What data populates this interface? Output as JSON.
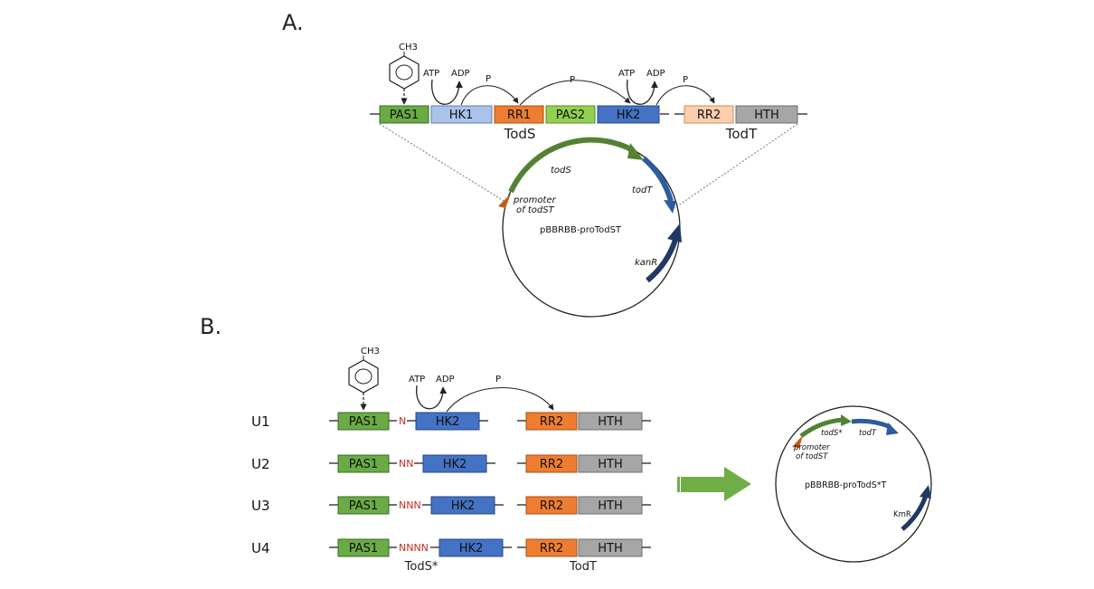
{
  "panels": {
    "a": "A.",
    "b": "B."
  },
  "colors": {
    "pas1": "#6aab45",
    "hk1": "#a9c3ea",
    "rr1": "#ef7d31",
    "pas2": "#92d050",
    "hk2": "#4472c4",
    "rr2_light": "#fbcfae",
    "rr2": "#ef7d31",
    "hth": "#a6a6a6",
    "arrow_green": "#548235",
    "arrow_blue": "#2e5c9e",
    "arrow_navy": "#1f3864",
    "promoter": "#c55a11",
    "link_red": "#c0302a",
    "big_arrow": "#70ad47"
  },
  "toluene": {
    "label": "CH3"
  },
  "panel_a": {
    "labels": {
      "atp1": "ATP",
      "adp1": "ADP",
      "p1": "P",
      "p2": "P",
      "atp2": "ATP",
      "adp2": "ADP",
      "p3": "P"
    },
    "domains": {
      "pas1": "PAS1",
      "hk1": "HK1",
      "rr1": "RR1",
      "pas2": "PAS2",
      "hk2": "HK2",
      "rr2": "RR2",
      "hth": "HTH"
    },
    "proteins": {
      "tods": "TodS",
      "todt": "TodT"
    },
    "plasmid": {
      "name": "pBBRBB-proTodST",
      "gene_tods": "todS",
      "gene_todt": "todT",
      "promoter_line1": "promoter",
      "promoter_line2": "of todST",
      "kan": "kanR"
    }
  },
  "panel_b": {
    "labels": {
      "atp": "ATP",
      "adp": "ADP",
      "p": "P"
    },
    "rows": [
      {
        "name": "U1",
        "linker": "N",
        "pas1": "PAS1",
        "hk2": "HK2",
        "rr2": "RR2",
        "hth": "HTH"
      },
      {
        "name": "U2",
        "linker": "NN",
        "pas1": "PAS1",
        "hk2": "HK2",
        "rr2": "RR2",
        "hth": "HTH"
      },
      {
        "name": "U3",
        "linker": "NNN",
        "pas1": "PAS1",
        "hk2": "HK2",
        "rr2": "RR2",
        "hth": "HTH"
      },
      {
        "name": "U4",
        "linker": "NNNN",
        "pas1": "PAS1",
        "hk2": "HK2",
        "rr2": "RR2",
        "hth": "HTH"
      }
    ],
    "proteins": {
      "tods_star": "TodS*",
      "todt": "TodT"
    },
    "plasmid": {
      "name": "pBBRBB-proTodS*T",
      "gene_tods": "todS*",
      "gene_todt": "todT",
      "promoter_line1": "promoter",
      "promoter_line2": "of todST",
      "km": "KmR"
    }
  }
}
